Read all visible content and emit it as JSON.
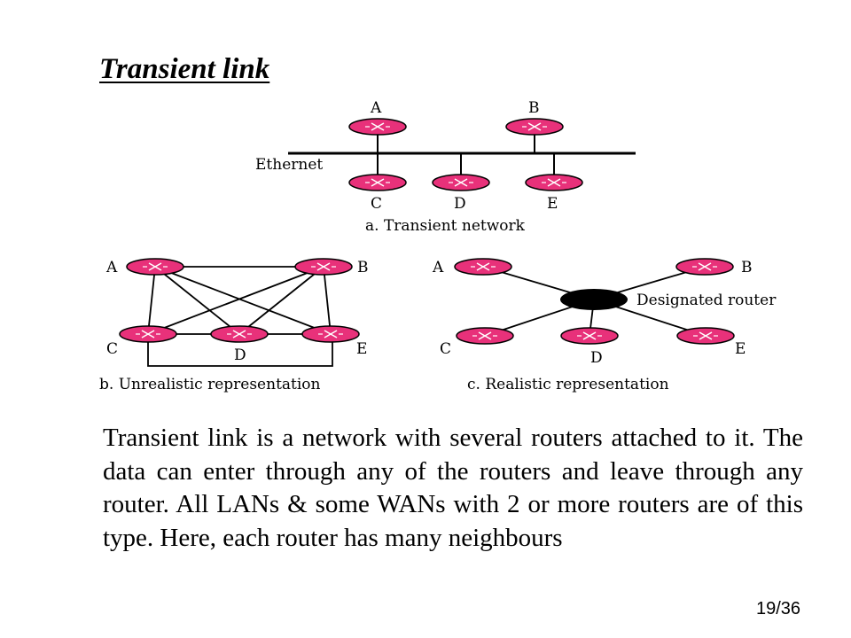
{
  "title": "Transient link",
  "figure": {
    "a": {
      "ethernet_label": "Ethernet",
      "routers": [
        "A",
        "B",
        "C",
        "D",
        "E"
      ],
      "caption": "a. Transient network"
    },
    "b": {
      "routers": [
        "A",
        "B",
        "C",
        "D",
        "E"
      ],
      "caption": "b. Unrealistic representation"
    },
    "c": {
      "routers": [
        "A",
        "B",
        "C",
        "D",
        "E"
      ],
      "designated_label": "Designated router",
      "caption": "c. Realistic representation"
    },
    "colors": {
      "router_fill": "#e8317a",
      "designated_fill": "#000000"
    }
  },
  "paragraph": "Transient link is a network with several routers attached to it. The data can enter through any of the routers and leave through any router. All LANs & some WANs with 2 or more routers are of this type. Here, each router has many neighbours",
  "page_number": "19/36"
}
